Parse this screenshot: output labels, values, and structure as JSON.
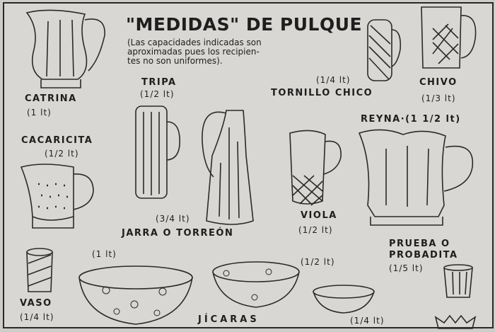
{
  "title": "\"MEDIDAS\" DE PULQUE",
  "note": [
    "(Las capacidades indicadas son",
    "aproximadas pues los recipien-",
    "tes no son uniformes)."
  ],
  "vessels": {
    "catrina": {
      "name": "CATRINA",
      "capacity": "(1 lt)"
    },
    "tripa": {
      "name": "TRIPA",
      "capacity": "(1/2 lt)"
    },
    "tornillo_chico": {
      "name": "TORNILLO CHICO",
      "capacity": "(1/4 lt)"
    },
    "chivo": {
      "name": "CHIVO",
      "capacity": "(1/3 lt)"
    },
    "cacaricita": {
      "name": "CACARICITA",
      "capacity": "(1/2 lt)"
    },
    "reyna": {
      "name": "REYNA·(1 1/2 lt)"
    },
    "jarra": {
      "name": "JARRA O TORREÓN",
      "capacity": "(3/4 lt)"
    },
    "viola": {
      "name": "VIOLA",
      "capacity": "(1/2 lt)"
    },
    "prueba": {
      "name_line1": "PRUEBA O",
      "name_line2": "PROBADITA",
      "capacity": "(1/5 lt)"
    },
    "vaso": {
      "name": "VASO",
      "capacity": "(1/4 lt)"
    },
    "jicaras": {
      "name": "JÍCARAS",
      "capacities": [
        "(1 lt)",
        "(1/2 lt)",
        "(1/4 lt)"
      ]
    }
  }
}
